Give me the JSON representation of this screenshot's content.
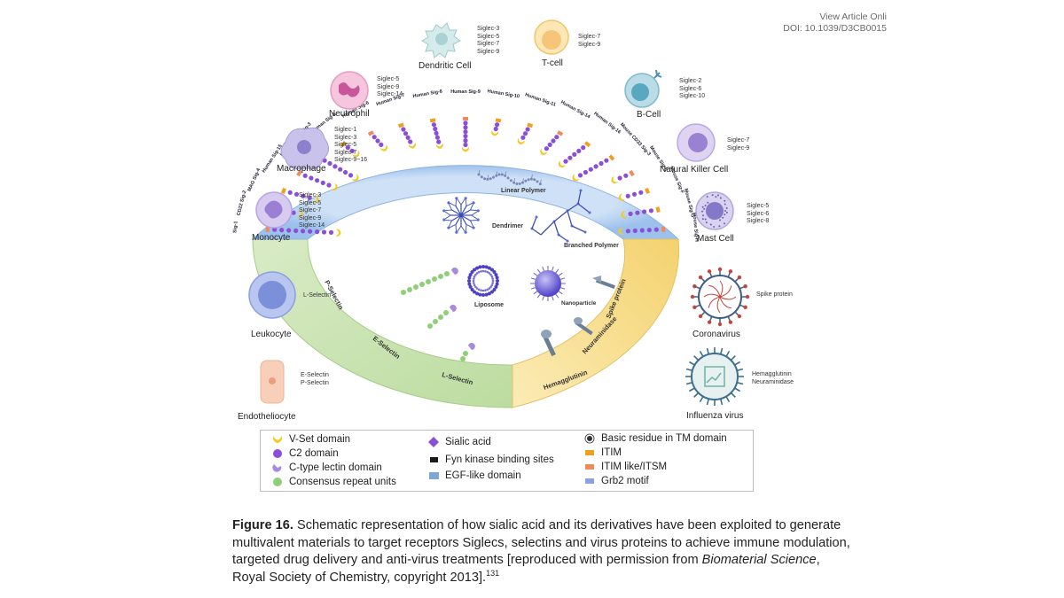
{
  "header": {
    "view_link": "View Article Onli",
    "doi": "DOI: 10.1039/D3CB0015"
  },
  "cells": {
    "dendritic": {
      "label": "Dendritic Cell",
      "siglecs": "Siglec-3\nSiglec-5\nSiglec-7\nSiglec-9"
    },
    "tcell": {
      "label": "T-cell",
      "siglecs": "Siglec-7\nSiglec-9"
    },
    "bcell": {
      "label": "B-Cell",
      "siglecs": "Siglec-2\nSiglec-6\nSiglec-10"
    },
    "neutrophil": {
      "label": "Neutrophil",
      "siglecs": "Siglec-5\nSiglec-9\nSiglec-14"
    },
    "macrophage": {
      "label": "Macrophage",
      "siglecs": "Siglec-1\nSiglec-3\nSiglec-5\nSiglec-7\nSiglec-9~16"
    },
    "nk": {
      "label": "Natural Killer Cell",
      "siglecs": "Siglec-7\nSiglec-9"
    },
    "monocyte": {
      "label": "Monocyte",
      "siglecs": "Siglec-3\nSiglec-5\nSiglec-7\nSiglec-9\nSiglec-14"
    },
    "mast": {
      "label": "Mast Cell",
      "siglecs": "Siglec-5\nSiglec-6\nSiglec-8"
    },
    "leukocyte": {
      "label": "Leukocyte",
      "siglecs": "L-Selectin"
    },
    "coronavirus": {
      "label": "Coronavirus",
      "siglecs": "Spike protein"
    },
    "endotheliocyte": {
      "label": "Endotheliocyte",
      "siglecs": "E-Selectin\nP-Selectin"
    },
    "influenza": {
      "label": "Influenza virus",
      "siglecs": "Hemagglutinin\nNeuraminidase"
    }
  },
  "ring": {
    "siglecs": [
      "Sig-1",
      "CD22 Sig-2",
      "MAG Sig-4",
      "Human Sig-15",
      "Human CD33 Sig-3",
      "Human Sig-5",
      "Human Sig-6",
      "Human Sig-7",
      "Human Sig-8",
      "Human Sig-9",
      "Human Sig-10",
      "Human Sig-11",
      "Human Sig-14",
      "Human Sig-16",
      "Mouse CD33 Sig-3",
      "Mouse Sig-E",
      "Mouse Sig-F",
      "Mouse Sig-G",
      "Mouse Sig-H"
    ],
    "selectins": [
      "P-Selectin",
      "E-Selectin",
      "L-Selectin"
    ],
    "virus_proteins": [
      "Hemagglutinin",
      "Neuraminidase",
      "Spike protein"
    ]
  },
  "materials": {
    "linear": "Linear Polymer",
    "dendrimer": "Dendrimer",
    "branched": "Branched Polymer",
    "liposome": "Liposome",
    "nanoparticle": "Nanoparticle"
  },
  "legend": {
    "col1": [
      "V-Set domain",
      "C2 domain",
      "C-type lectin domain",
      "Consensus repeat units"
    ],
    "col2": [
      "Sialic acid",
      "Fyn kinase binding sites",
      "EGF-like domain"
    ],
    "col3": [
      "Basic residue in TM domain",
      "ITIM",
      "ITIM like/ITSM",
      "Grb2 motif"
    ]
  },
  "caption": {
    "label": "Figure 16.",
    "text1": " Schematic representation of how sialic acid and its derivatives have been exploited to generate multivalent materials to target receptors Siglecs, selectins and virus proteins to achieve immune modulation, targeted drug delivery and anti-virus treatments [reproduced with permission from ",
    "journal": "Biomaterial Science",
    "text2": ", Royal Society of Chemistry, copyright 2013].",
    "ref": "131"
  },
  "colors": {
    "ring_blue": "#a9c9ef",
    "ring_green": "#cfe4b8",
    "ring_yellow": "#f7df92",
    "c2_purple": "#8a4fd6",
    "vset_yellow": "#f3c925",
    "ctype_lavender": "#a78be0",
    "consensus_green": "#8fcf77",
    "itim_orange": "#f0a020",
    "itsm_salmon": "#ee8a5c",
    "egf_blue": "#7fa7d6",
    "grb2_blue": "#8aa3e0"
  }
}
